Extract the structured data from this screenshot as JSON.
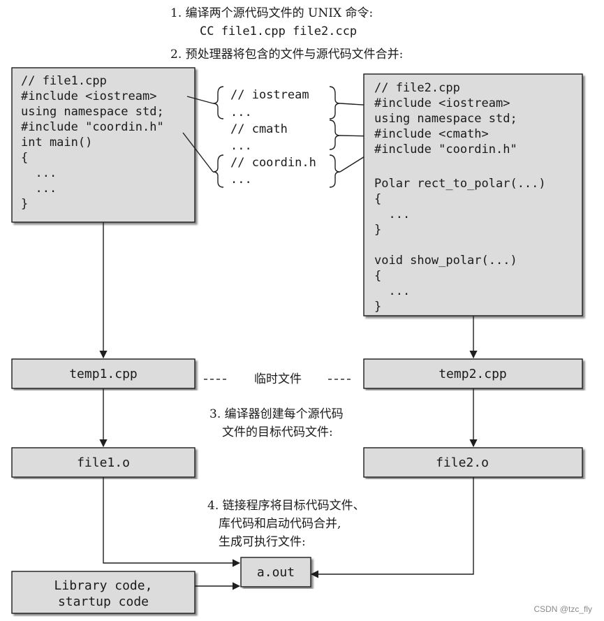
{
  "step1": {
    "title": "1. 编译两个源代码文件的 UNIX 命令:",
    "command": "CC file1.cpp file2.ccp"
  },
  "step2": {
    "title": "2. 预处理器将包含的文件与源代码文件合并:"
  },
  "file1": {
    "lines": [
      "// file1.cpp",
      "#include <iostream>",
      "using namespace std;",
      "#include \"coordin.h\"",
      "int main()",
      "{",
      "  ...",
      "  ...",
      "}"
    ]
  },
  "headers": {
    "lines": [
      "// iostream",
      "...",
      "// cmath",
      "...",
      "// coordin.h",
      "..."
    ]
  },
  "file2": {
    "lines": [
      "// file2.cpp",
      "#include <iostream>",
      "using namespace std;",
      "#include <cmath>",
      "#include \"coordin.h\"",
      "",
      "Polar rect_to_polar(...)",
      "{",
      "  ...",
      "}",
      "",
      "void show_polar(...)",
      "{",
      "  ...",
      "}"
    ]
  },
  "temp1": "temp1.cpp",
  "temp2": "temp2.cpp",
  "temp_label": "临时文件",
  "step3": {
    "line1": "3. 编译器创建每个源代码",
    "line2": "文件的目标代码文件:"
  },
  "obj1": "file1.o",
  "obj2": "file2.o",
  "step4": {
    "line1": "4. 链接程序将目标代码文件、",
    "line2": "库代码和启动代码合并,",
    "line3": "生成可执行文件:"
  },
  "aout": "a.out",
  "library": {
    "line1": "Library code,",
    "line2": "startup code"
  },
  "watermark": "CSDN @tzc_fly",
  "colors": {
    "box_fill": "#dcdcdc",
    "line": "#1f1f1f",
    "page_bg": "#ffffff"
  }
}
